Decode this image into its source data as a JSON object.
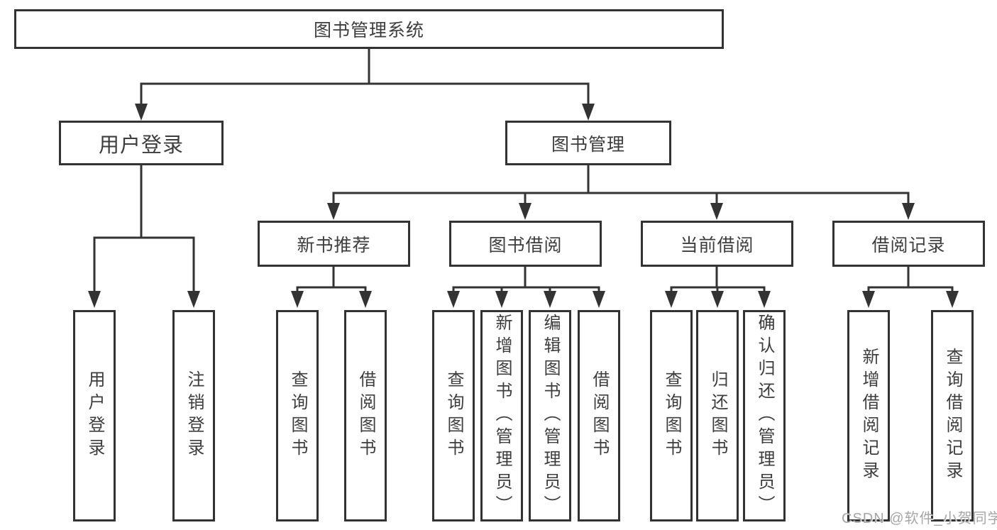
{
  "diagram": {
    "watermark": "CSDN @软件_小贺同学",
    "colors": {
      "line": "#333333",
      "box_border": "#333333",
      "box_fill": "#ffffff",
      "text": "#3d3d3d",
      "watermark": "#a6a6a6",
      "background": "#ffffff"
    },
    "tree": {
      "label": "图书管理系统",
      "children": [
        {
          "label": "用户登录",
          "children": [
            {
              "label": "用户登录"
            },
            {
              "label": "注销登录"
            }
          ]
        },
        {
          "label": "图书管理",
          "children": [
            {
              "label": "新书推荐",
              "children": [
                {
                  "label": "查询图书"
                },
                {
                  "label": "借阅图书"
                }
              ]
            },
            {
              "label": "图书借阅",
              "children": [
                {
                  "label": "查询图书"
                },
                {
                  "label": "新增图书（管理员）"
                },
                {
                  "label": "编辑图书（管理员）"
                },
                {
                  "label": "借阅图书"
                }
              ]
            },
            {
              "label": "当前借阅",
              "children": [
                {
                  "label": "查询图书"
                },
                {
                  "label": "归还图书"
                },
                {
                  "label": "确认归还（管理员）"
                }
              ]
            },
            {
              "label": "借阅记录",
              "children": [
                {
                  "label": "新增借阅记录"
                },
                {
                  "label": "查询借阅记录"
                }
              ]
            }
          ]
        }
      ]
    }
  }
}
